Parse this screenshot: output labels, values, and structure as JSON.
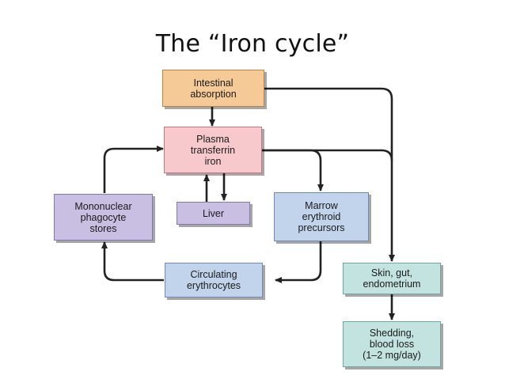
{
  "title": "The “Iron cycle”",
  "colors": {
    "arrow": "#222222",
    "orange_fill": "#f6ca97",
    "orange_border": "#b98448",
    "pink_fill": "#f7c9cd",
    "pink_border": "#c27880",
    "purple_fill": "#c9bfe2",
    "purple_border": "#8776b1",
    "blue_fill": "#c2d4ec",
    "blue_border": "#7189b4",
    "teal_fill": "#c3e3e0",
    "teal_border": "#6ea9a3"
  },
  "nodes": {
    "intestinal": "Intestinal\nabsorption",
    "plasma": "Plasma\ntransferrin\niron",
    "mononuclear": "Mononuclear\nphagocyte\nstores",
    "liver": "Liver",
    "marrow": "Marrow\nerythroid\nprecursors",
    "circulating": "Circulating\nerythrocytes",
    "skin": "Skin, gut,\nendometrium",
    "shedding": "Shedding,\nblood loss\n(1–2 mg/day)"
  }
}
